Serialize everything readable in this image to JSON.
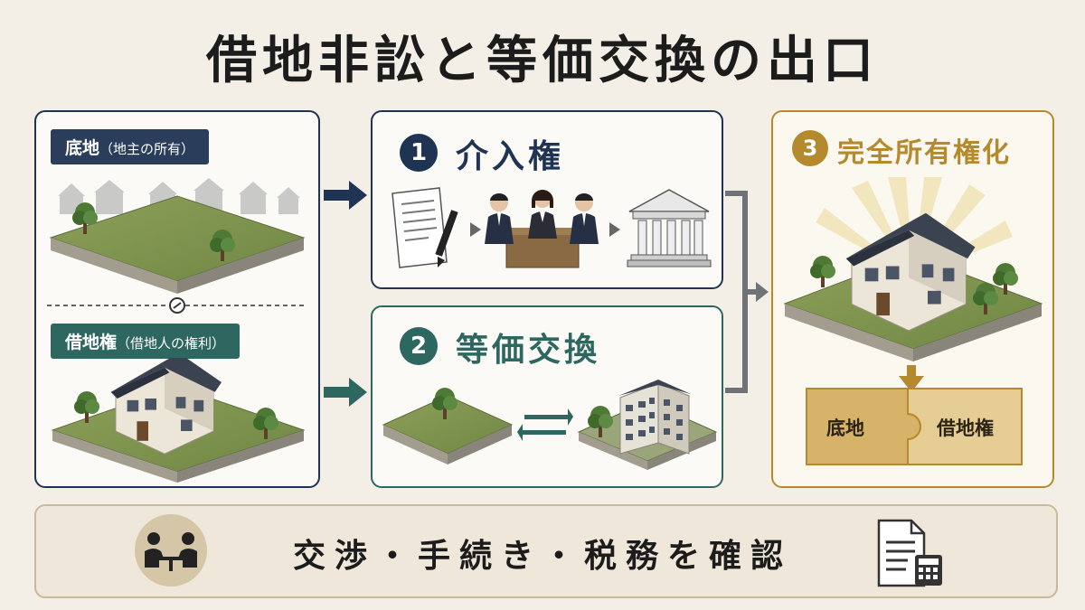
{
  "title": "借地非訟と等価交換の出口",
  "left": {
    "sokochi_label": "底地",
    "sokochi_note": "（地主の所有）",
    "shakuchi_label": "借地権",
    "shakuchi_note": "（借地人の権利）"
  },
  "option1": {
    "number": "1",
    "label": "介入権"
  },
  "option2": {
    "number": "2",
    "label": "等価交換"
  },
  "option3": {
    "number": "3",
    "label": "完全所有権化"
  },
  "puzzle": {
    "left": "底地",
    "right": "借地権"
  },
  "bottom": {
    "text": "交渉・手続き・税務を確認"
  },
  "colors": {
    "navy": "#1f3352",
    "teal": "#2e6660",
    "gold": "#b58a2f",
    "gray": "#6f7378"
  },
  "icons": [
    "document-pen-icon",
    "meeting-people-icon",
    "court-building-icon",
    "land-plot-icon",
    "house-icon",
    "apartment-building-icon",
    "exchange-arrows-icon",
    "puzzle-icon",
    "meeting-table-icon",
    "document-calculator-icon"
  ]
}
